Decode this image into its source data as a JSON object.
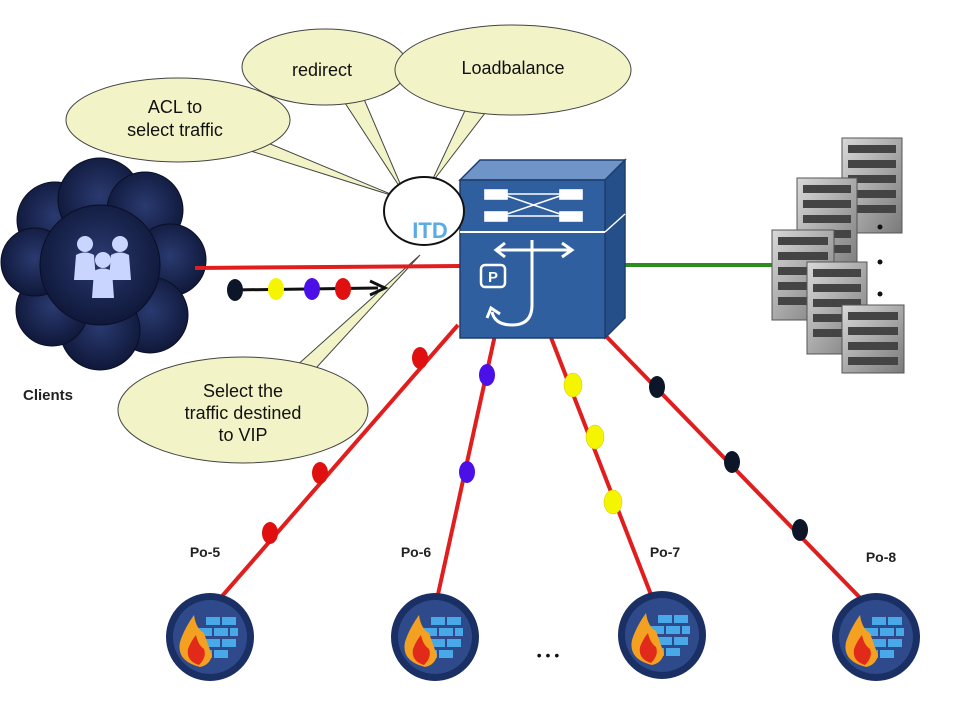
{
  "clients": {
    "label": "Clients"
  },
  "itd": {
    "label": "ITD"
  },
  "callouts": {
    "acl": [
      "ACL to",
      "select traffic"
    ],
    "redirect": [
      "redirect"
    ],
    "loadbalance": [
      "Loadbalance"
    ],
    "select_vip": [
      "Select the",
      "traffic destined",
      "to VIP"
    ]
  },
  "links": [
    {
      "label": "Po-5",
      "dot_color": "#e01010"
    },
    {
      "label": "Po-6",
      "dot_color": "#4b0fe8"
    },
    {
      "label": "Po-7",
      "dot_color": "#f5f500"
    },
    {
      "label": "Po-8",
      "dot_color": "#0c1628"
    }
  ],
  "ellipsis": "• • •",
  "colors": {
    "link_red": "#e01e1e",
    "link_green": "#2e8b1e",
    "switch_blue": "#2f5f9e",
    "callout_fill": "#f2f4c7",
    "firewall_ring": "#1a2f63"
  },
  "icons": [
    "cloud-icon",
    "users-icon",
    "switch-icon",
    "server-icon",
    "firewall-icon"
  ]
}
